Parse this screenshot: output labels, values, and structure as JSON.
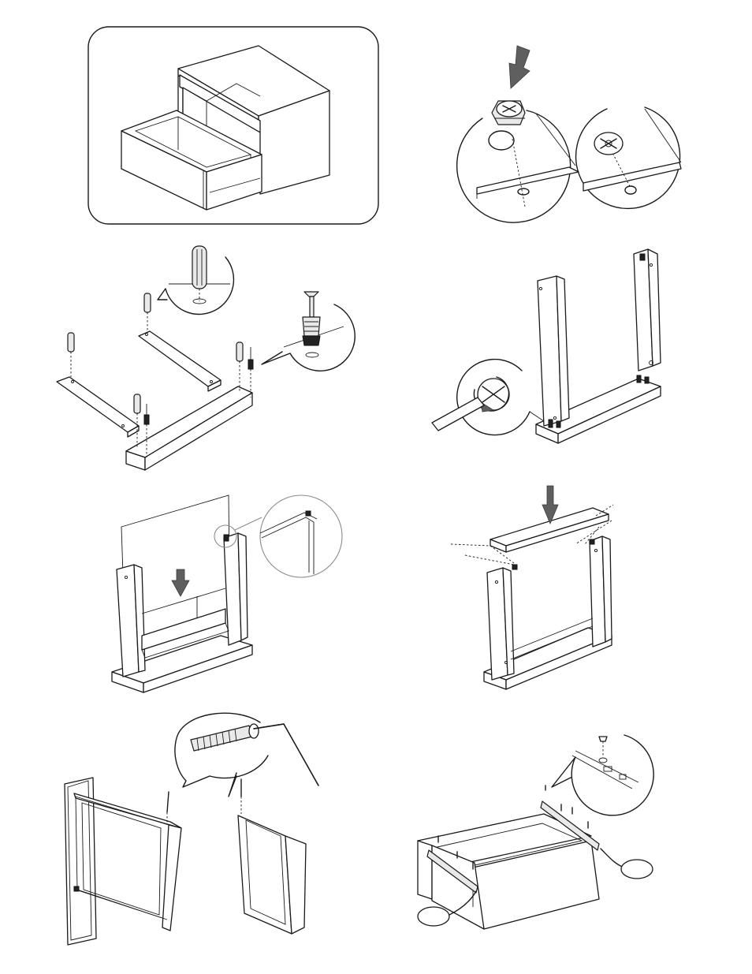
{
  "document": {
    "kind": "assembly-instructions",
    "panels": [
      {
        "id": "overview",
        "content": "finished-nightstand-with-open-drawer"
      },
      {
        "id": "step-cam-lock",
        "content": "cam-lock-insertion-detail"
      },
      {
        "id": "step-dowels",
        "content": "dowels-and-cam-bolts-into-panels"
      },
      {
        "id": "step-side-panels",
        "content": "side-panels-on-base-tighten-cam"
      },
      {
        "id": "step-back-panel",
        "content": "slide-back-panel-into-groove"
      },
      {
        "id": "step-top-panel",
        "content": "place-top-panel"
      },
      {
        "id": "step-drawer-box",
        "content": "assemble-drawer-box-with-screws"
      },
      {
        "id": "step-drawer-runners",
        "content": "attach-drawer-runners"
      }
    ],
    "callouts": [
      {
        "id": "callout-left",
        "label": ""
      },
      {
        "id": "callout-right",
        "label": ""
      }
    ]
  }
}
